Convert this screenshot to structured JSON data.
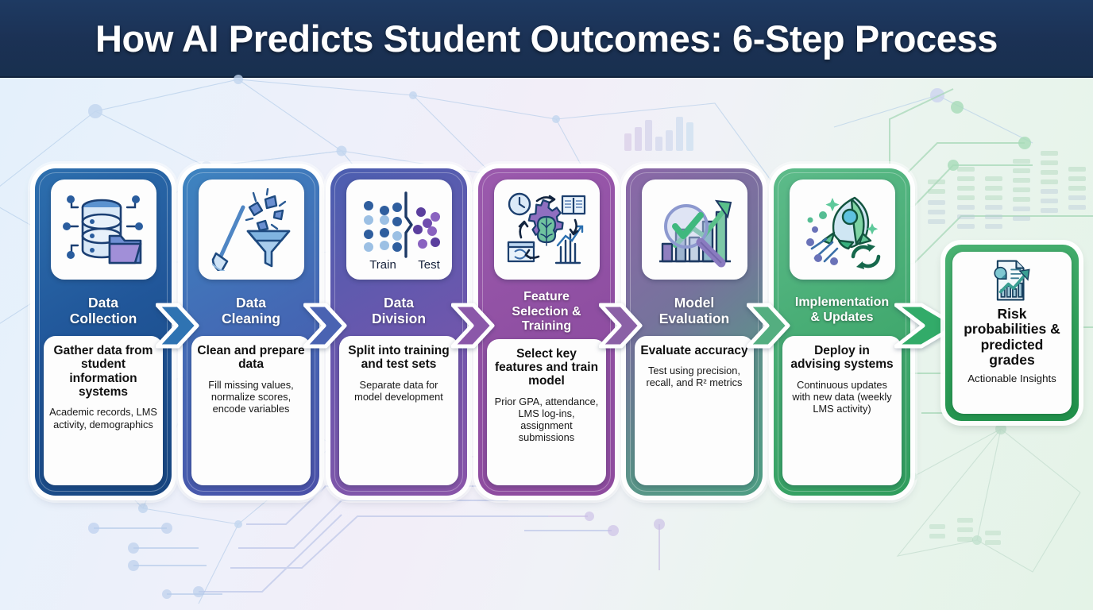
{
  "header": {
    "title": "How AI Predicts Student Outcomes: 6-Step Process"
  },
  "theme": {
    "titlebar_bg": "#1b3154",
    "page_bg_left": "#e3f0fb",
    "page_bg_mid": "#f2eef8",
    "page_bg_right": "#e4f3e7",
    "outcome_green": "#2e9d58"
  },
  "steps": [
    {
      "id": "data-collection",
      "title": "Data\nCollection",
      "icon": "database-folder-icon",
      "desc_head": "Gather data from student information systems",
      "desc_sub": "Academic records, LMS activity, demographics",
      "color_start": "#2d6fae",
      "color_end": "#17457f"
    },
    {
      "id": "data-cleaning",
      "title": "Data\nCleaning",
      "icon": "broom-funnel-icon",
      "desc_head": "Clean and prepare data",
      "desc_sub": "Fill missing values, normalize scores, encode variables",
      "color_start": "#3d84c0",
      "color_end": "#4a50a8"
    },
    {
      "id": "data-division",
      "title": "Data\nDivision",
      "icon": "train-test-split-icon",
      "icon_labels": [
        "Train",
        "Test"
      ],
      "desc_head": "Split into training and test sets",
      "desc_sub": "Separate data for model development",
      "color_start": "#4b5fb0",
      "color_end": "#8a55a8"
    },
    {
      "id": "feature-selection-training",
      "title": "Feature\nSelection &\nTraining",
      "icon": "brain-gear-icon",
      "desc_head": "Select key features and train model",
      "desc_sub": "Prior GPA, attendance, LMS log-ins, assignment submissions",
      "color_start": "#9b5aad",
      "color_end": "#8e4b9e"
    },
    {
      "id": "model-evaluation",
      "title": "Model\nEvaluation",
      "icon": "magnifier-chart-icon",
      "desc_head": "Evaluate accuracy",
      "desc_sub": "Test using precision, recall, and R² metrics",
      "color_start": "#8b67a8",
      "color_end": "#4e9d84"
    },
    {
      "id": "implementation-updates",
      "title": "Implementation\n& Updates",
      "icon": "rocket-refresh-icon",
      "desc_head": "Deploy in advising systems",
      "desc_sub": "Continuous updates with new data (weekly LMS activity)",
      "color_start": "#58b886",
      "color_end": "#2f9c5c"
    }
  ],
  "outcome": {
    "id": "risk-outcome",
    "icon": "report-growth-icon",
    "head": "Risk probabilities & predicted grades",
    "sub": "Actionable Insights"
  }
}
